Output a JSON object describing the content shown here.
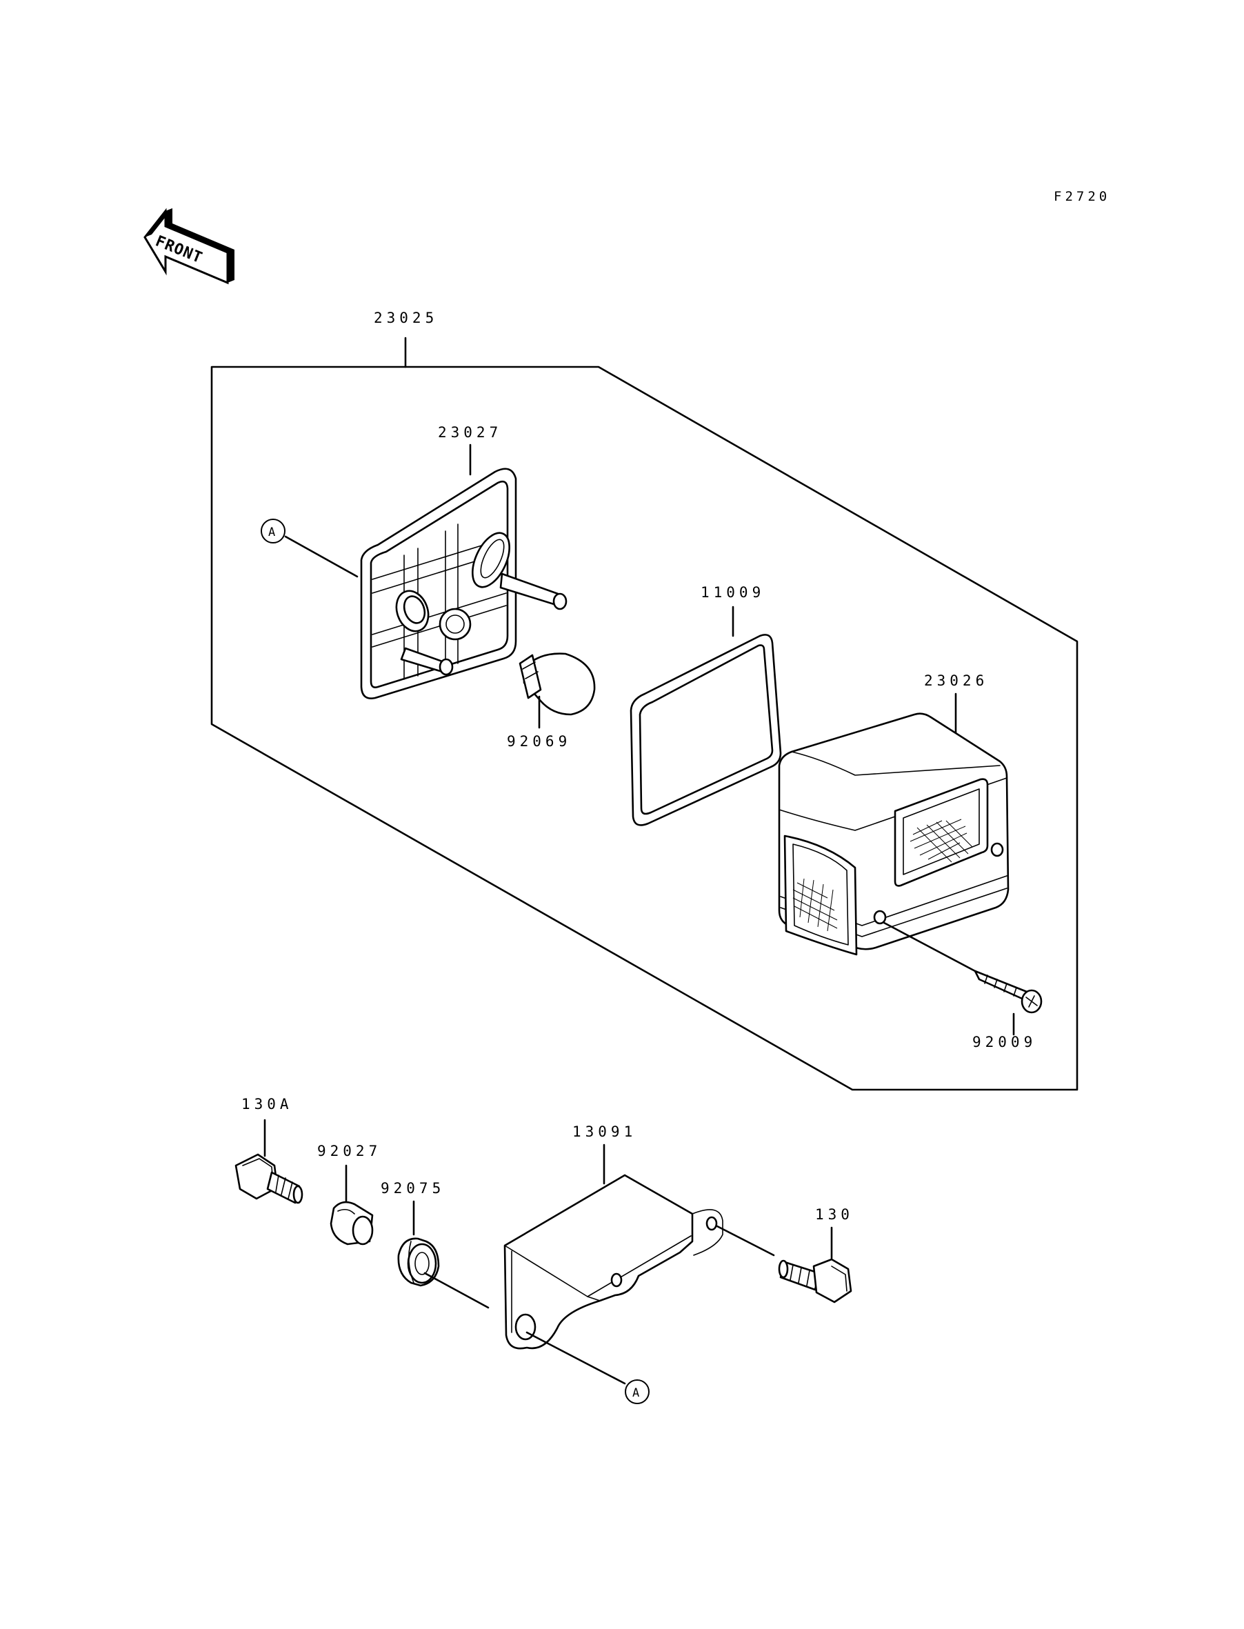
{
  "diagram_code": "F2720",
  "front_arrow": {
    "label": "FRONT"
  },
  "parts": {
    "p23025": "23025",
    "p23027": "23027",
    "p11009": "11009",
    "p23026": "23026",
    "p92069": "92069",
    "p92009": "92009",
    "p130A": "130A",
    "p92027": "92027",
    "p92075": "92075",
    "p13091": "13091",
    "p130": "130"
  },
  "callouts": {
    "a1": "A",
    "a2": "A"
  }
}
